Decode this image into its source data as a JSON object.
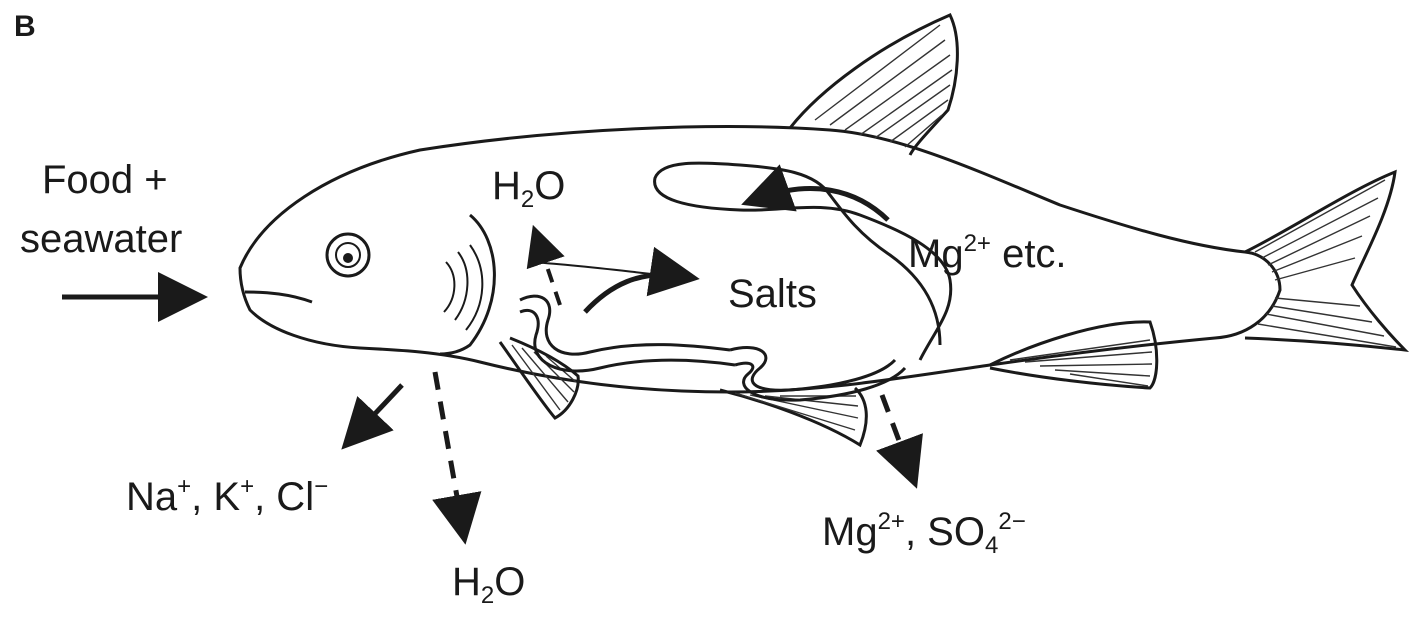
{
  "figure": {
    "panel_letter": "B"
  },
  "labels": {
    "food_line1": "Food +",
    "food_line2": "seawater",
    "h2o_top": {
      "base": "H",
      "sub": "2",
      "tail": "O"
    },
    "salts": "Salts",
    "mg_etc": {
      "base": "Mg",
      "sup": "2+",
      "tail": " etc."
    },
    "ions_out": {
      "na": "Na",
      "na_sup": "+",
      "sep1": ", K",
      "k_sup": "+",
      "sep2": ", Cl",
      "cl_sup": "−"
    },
    "h2o_bottom": {
      "base": "H",
      "sub": "2",
      "tail": "O"
    },
    "mg_so4": {
      "base": "Mg",
      "sup": "2+",
      "mid": ", SO",
      "sub": "4",
      "sup2": "2−"
    }
  },
  "colors": {
    "ink": "#1a1a1a",
    "background": "#ffffff"
  },
  "icons": [
    "fish-outline",
    "solid-arrow",
    "dashed-arrow"
  ]
}
